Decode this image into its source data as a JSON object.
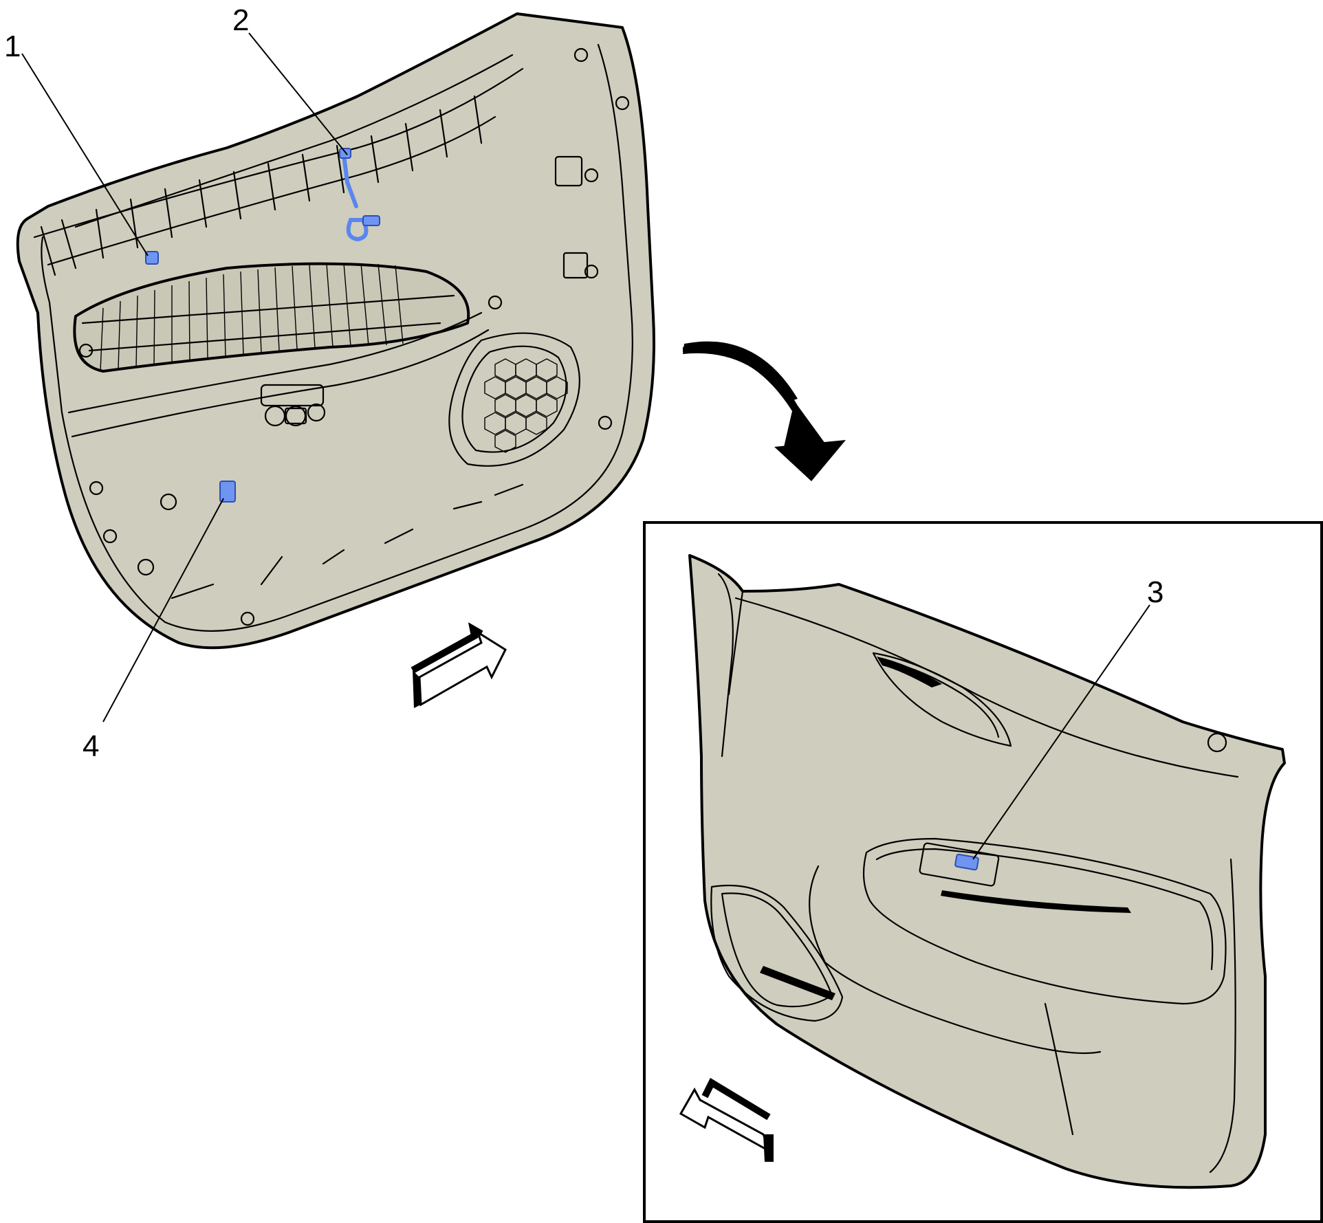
{
  "callouts": [
    {
      "id": "1",
      "label": "1"
    },
    {
      "id": "2",
      "label": "2"
    },
    {
      "id": "3",
      "label": "3"
    },
    {
      "id": "4",
      "label": "4"
    }
  ],
  "colors": {
    "panel_fill": "#cfcdbd",
    "highlight": "#6f95f0",
    "outline": "#000000",
    "background": "#ffffff"
  },
  "icons": {
    "rotate_arrow": "curved-down-arrow-icon",
    "view_arrow_back": "view-direction-arrow-icon",
    "view_arrow_front": "view-direction-arrow-icon"
  }
}
